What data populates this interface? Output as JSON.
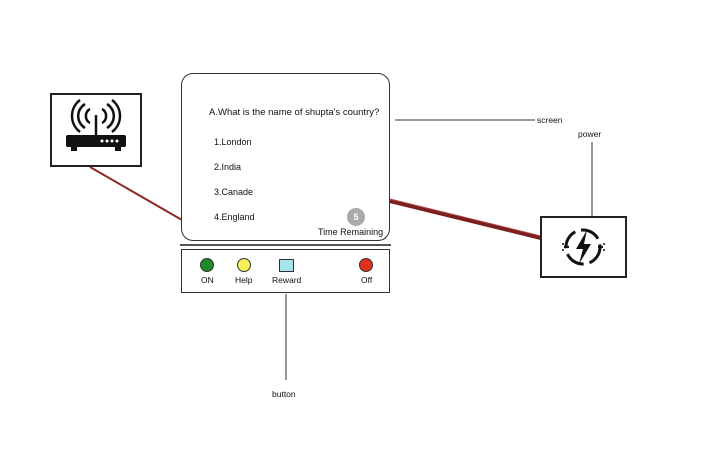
{
  "screen": {
    "question": "A.What is the name of shupta's country?",
    "options": [
      "1.London",
      "2.India",
      "3.Canade",
      "4.England"
    ],
    "timer_value": "5",
    "timer_label": "Time Remaining"
  },
  "buttons": {
    "on": {
      "label": "ON",
      "color": "#1f8a2a"
    },
    "help": {
      "label": "Help",
      "color": "#f7ef5a"
    },
    "reward": {
      "label": "Reward",
      "color": "#a8e4ee"
    },
    "off": {
      "label": "Off",
      "color": "#e0301e"
    }
  },
  "callouts": {
    "screen": "screen",
    "power": "power",
    "button": "button"
  },
  "colors": {
    "wire": "#8a2a2a",
    "outline": "#222222"
  },
  "icons": {
    "router": "wifi-router-icon",
    "power": "lightning-plug-icon"
  }
}
